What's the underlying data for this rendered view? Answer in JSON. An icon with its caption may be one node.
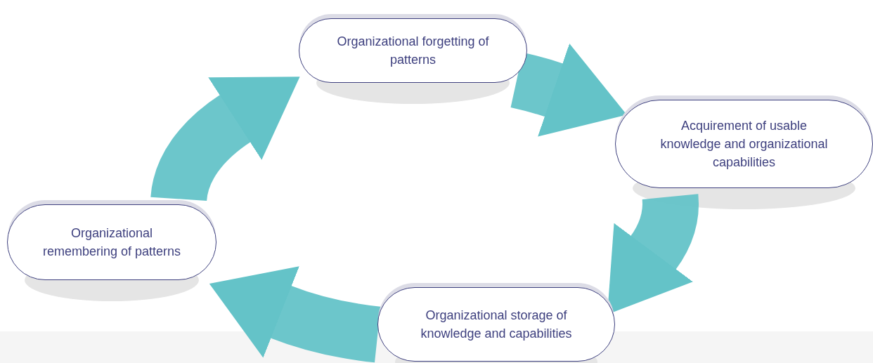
{
  "diagram": {
    "nodes": [
      {
        "text": [
          "Organizational forgetting of patterns"
        ]
      },
      {
        "text": [
          "Acquirement of usable knowledge and organizational capabilities"
        ]
      },
      {
        "text": [
          "Organizational storage of knowledge and capabilities"
        ]
      },
      {
        "text": [
          "Organizational remembering of patterns"
        ]
      }
    ],
    "edges": [
      {
        "from": 0,
        "to": 1,
        "arrow": "to"
      },
      {
        "from": 1,
        "to": 2,
        "arrow": "to"
      },
      {
        "from": 2,
        "to": 3,
        "arrow": "to"
      },
      {
        "from": 3,
        "to": 0,
        "arrow": "to"
      }
    ]
  }
}
